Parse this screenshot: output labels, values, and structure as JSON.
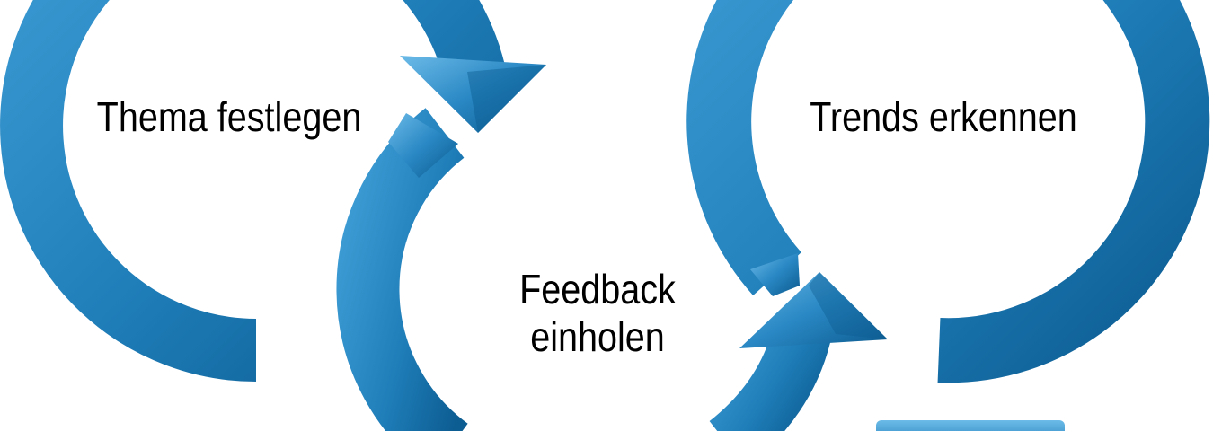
{
  "diagram": {
    "accent": "#1f7db8",
    "accent_dark": "#0c5d92",
    "accent_light": "#4aa6dc",
    "steps": [
      {
        "label": "Thema festlegen"
      },
      {
        "label": "Trends erkennen"
      },
      {
        "label": "Feedback\neinholen"
      }
    ]
  }
}
